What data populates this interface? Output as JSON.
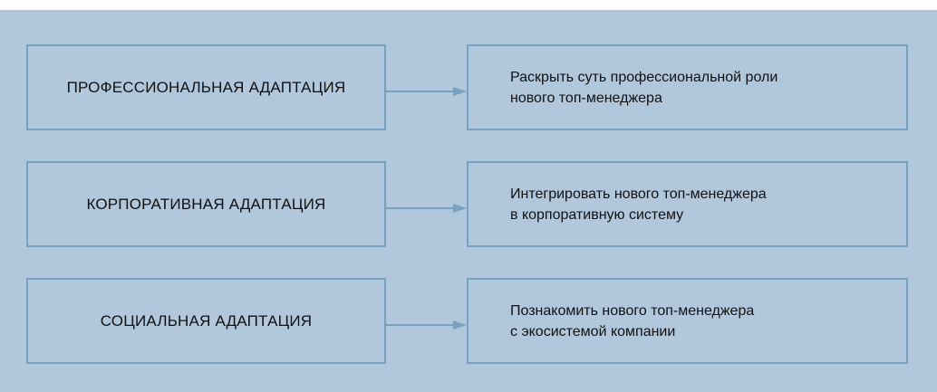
{
  "rows": [
    {
      "category": "ПРОФЕССИОНАЛЬНАЯ АДАПТАЦИЯ",
      "goal_line1": "Раскрыть суть профессиональной роли",
      "goal_line2": "нового топ-менеджера"
    },
    {
      "category": "КОРПОРАТИВНАЯ АДАПТАЦИЯ",
      "goal_line1": "Интегрировать нового топ-менеджера",
      "goal_line2": "в корпоративную систему"
    },
    {
      "category": "СОЦИАЛЬНАЯ АДАПТАЦИЯ",
      "goal_line1": "Познакомить нового топ-менеджера",
      "goal_line2": "с экосистемой компании"
    }
  ],
  "colors": {
    "background": "#b0c7dc",
    "border": "#77a1c0",
    "text": "#111111"
  }
}
